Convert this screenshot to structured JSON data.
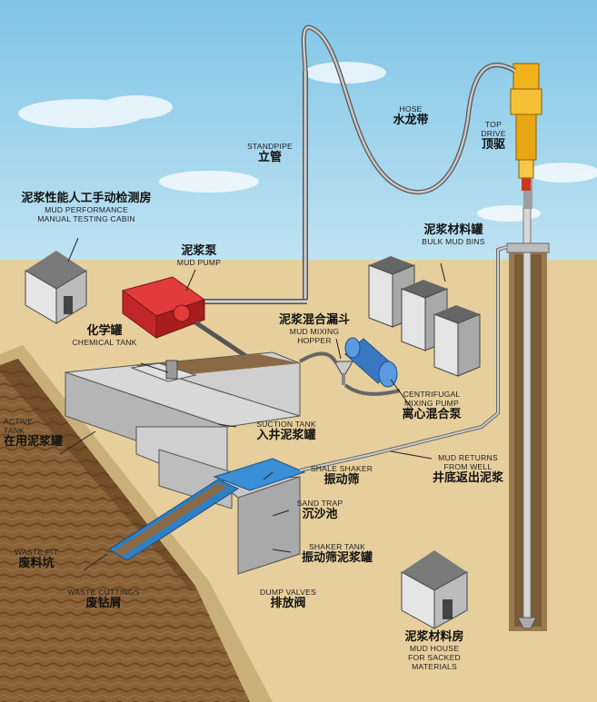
{
  "labels": {
    "top_drive": {
      "en": "TOP\nDRIVE",
      "zh": "顶驱"
    },
    "hose": {
      "en": "HOSE",
      "zh": "水龙带"
    },
    "standpipe": {
      "en": "STANDPIPE",
      "zh": "立管"
    },
    "testing_cabin": {
      "en": "MUD PERFORMANCE\nMANUAL TESTING CABIN",
      "zh": "泥浆性能人工手动检测房"
    },
    "mud_pump": {
      "en": "MUD PUMP",
      "zh": "泥浆泵"
    },
    "bulk_mud_bins": {
      "en": "BULK MUD BINS",
      "zh": "泥浆材料罐"
    },
    "chemical_tank": {
      "en": "CHEMICAL TANK",
      "zh": "化学罐"
    },
    "mixing_hopper": {
      "en": "MUD MIXING\nHOPPER",
      "zh": "泥浆混合漏斗"
    },
    "centrifugal_pump": {
      "en": "CENTRIFUGAL\nMIXING PUMP",
      "zh": "离心混合泵"
    },
    "active_tank": {
      "en": "ACTIVE\nTANK",
      "zh": "在用泥浆罐"
    },
    "suction_tank": {
      "en": "SUCTION TANK",
      "zh": "入井泥浆罐"
    },
    "mud_returns": {
      "en": "MUD RETURNS\nFROM WELL",
      "zh": "井底返出泥浆"
    },
    "shale_shaker": {
      "en": "SHALE SHAKER",
      "zh": "振动筛"
    },
    "sand_trap": {
      "en": "SAND TRAP",
      "zh": "沉沙池"
    },
    "shaker_tank": {
      "en": "SHAKER TANK",
      "zh": "振动筛泥浆罐"
    },
    "waste_pit": {
      "en": "WASTE PIT",
      "zh": "废料坑"
    },
    "waste_cuttings": {
      "en": "WASTE CUTTINGS",
      "zh": "废钻屑"
    },
    "dump_valves": {
      "en": "DUMP VALVES",
      "zh": "排放阀"
    },
    "mud_house": {
      "en": "MUD HOUSE\nFOR SACKED\nMATERIALS",
      "zh": "泥浆材料房"
    }
  }
}
